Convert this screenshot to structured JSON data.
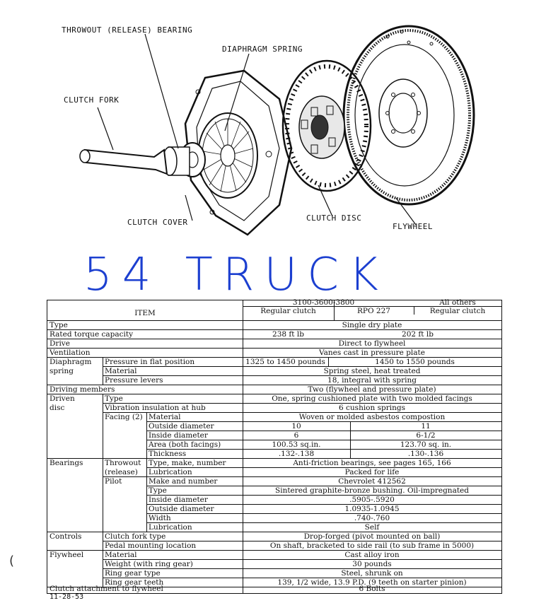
{
  "diagram": {
    "labels": {
      "throwout_bearing": "THROWOUT (RELEASE) BEARING",
      "diaphragm_spring": "DIAPHRAGM SPRING",
      "clutch_fork": "CLUTCH FORK",
      "clutch_cover": "CLUTCH COVER",
      "clutch_disc": "CLUTCH DISC",
      "flywheel": "FLYWHEEL"
    },
    "handwritten_note": "54 TRUCK",
    "ink_color": "#1c3fd0"
  },
  "spec_table": {
    "header": {
      "item": "ITEM",
      "models": "3100-3600-3800",
      "all_others": "All others",
      "regular_clutch": "Regular clutch",
      "rpo": "RPO 227",
      "regular_clutch_2": "Regular clutch"
    },
    "rows": {
      "type": "Type",
      "type_val": "Single dry plate",
      "torque": "Rated torque capacity",
      "torque_a": "238 ft lb",
      "torque_b": "202 ft lb",
      "drive": "Drive",
      "drive_val": "Direct to flywheel",
      "ventilation": "Ventilation",
      "ventilation_val": "Vanes cast in pressure plate",
      "diaphragm": "Diaphragm",
      "spring": "spring",
      "pressure_flat": "Pressure in flat position",
      "pressure_a": "1325 to 1450 pounds",
      "pressure_b": "1450 to 1550 pounds",
      "material": "Material",
      "material_val": "Spring steel, heat treated",
      "pressure_levers": "Pressure levers",
      "pressure_levers_val": "18, integral with spring",
      "driving_members": "Driving members",
      "driving_members_val": "Two (flywheel and pressure plate)",
      "driven": "Driven",
      "disc": "disc",
      "disc_type": "Type",
      "disc_type_val": "One, spring cushioned plate with two molded facings",
      "vibration": "Vibration insulation at hub",
      "vibration_val": "6 cushion springs",
      "facing": "Facing (2)",
      "facing_material": "Material",
      "facing_material_val": "Woven or molded asbestos compostion",
      "od": "Outside diameter",
      "od_a": "10",
      "od_b": "11",
      "id": "Inside diameter",
      "id_a": "6",
      "id_b": "6-1/2",
      "area": "Area (both facings)",
      "area_a": "100.53 sq.in.",
      "area_b": "123.70 sq. in.",
      "thickness": "Thickness",
      "thickness_a": ".132-.138",
      "thickness_b": ".130-.136",
      "bearings": "Bearings",
      "throwout": "Throwout",
      "release": "(release)",
      "type_make": "Type, make, number",
      "type_make_val": "Anti-friction bearings, see pages 165, 166",
      "lubrication": "Lubrication",
      "lubrication_val": "Packed for life",
      "pilot": "Pilot",
      "make_number": "Make and number",
      "make_number_val": "Chevrolet 412562",
      "pilot_type": "Type",
      "pilot_type_val": "Sintered graphite-bronze bushing. Oil-impregnated",
      "pilot_id": "Inside diameter",
      "pilot_id_val": ".5905-.5920",
      "pilot_od": "Outside diameter",
      "pilot_od_val": "1.0935-1.0945",
      "width": "Width",
      "width_val": ".740-.760",
      "pilot_lub": "Lubrication",
      "pilot_lub_val": "Self",
      "controls": "Controls",
      "fork_type": "Clutch fork type",
      "fork_type_val": "Drop-forged (pivot mounted on ball)",
      "pedal": "Pedal mounting location",
      "pedal_val": "On shaft, bracketed to side rail (to sub frame in 5000)",
      "flywheel": "Flywheel",
      "fw_material": "Material",
      "fw_material_val": "Cast alloy iron",
      "weight": "Weight (with ring gear)",
      "weight_val": "30 pounds",
      "ring_type": "Ring gear type",
      "ring_type_val": "Steel, shrunk on",
      "ring_teeth": "Ring gear teeth",
      "ring_teeth_val": "139, 1/2 wide, 13.9 P.D. (9 teeth on starter pinion)",
      "attachment": "Clutch attachment to flywheel",
      "attachment_val": "6 Bolts"
    }
  },
  "footer": {
    "date": "11-28-53",
    "margin_mark": "("
  }
}
